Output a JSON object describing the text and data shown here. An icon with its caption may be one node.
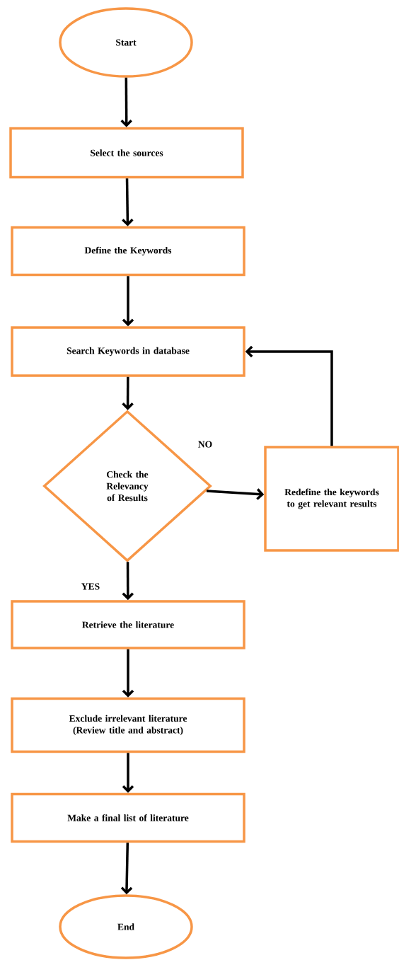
{
  "diagram": {
    "nodes": [
      {
        "text": [
          "Start"
        ]
      },
      {
        "text": [
          "Select the sources"
        ]
      },
      {
        "text": [
          "Define the Keywords"
        ]
      },
      {
        "text": [
          "Search Keywords in database"
        ]
      },
      {
        "text": [
          "Check the Relevancy of Results"
        ]
      },
      {
        "text": [
          "Redefine the keywords to get relevant results"
        ]
      },
      {
        "text": [
          "Retrieve the literature"
        ]
      },
      {
        "text": [
          "Exclude irrelevant literature (Review title and abstract)"
        ]
      },
      {
        "text": [
          "Make a final list of literature"
        ]
      },
      {
        "text": [
          "End"
        ]
      }
    ],
    "edges": [
      {
        "from": 0,
        "to": 1,
        "arrow": "to"
      },
      {
        "from": 1,
        "to": 2,
        "arrow": "to"
      },
      {
        "from": 2,
        "to": 3,
        "arrow": "to"
      },
      {
        "from": 3,
        "to": 4,
        "arrow": "to"
      },
      {
        "from": 4,
        "to": 5,
        "arrow": "to",
        "label": "NO"
      },
      {
        "from": 5,
        "to": 3,
        "arrow": "to"
      },
      {
        "from": 4,
        "to": 6,
        "arrow": "to",
        "label": "YES"
      },
      {
        "from": 6,
        "to": 7,
        "arrow": "to"
      },
      {
        "from": 7,
        "to": 8,
        "arrow": "to"
      },
      {
        "from": 8,
        "to": 9,
        "arrow": "to"
      }
    ]
  }
}
